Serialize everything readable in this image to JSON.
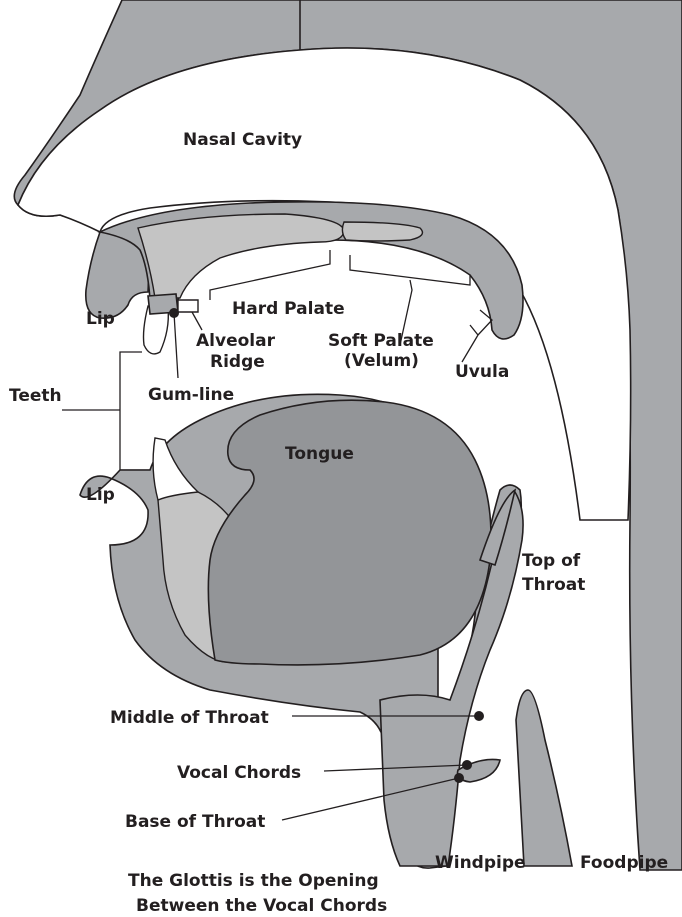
{
  "labels": {
    "nasal_cavity": "Nasal Cavity",
    "lip_upper": "Lip",
    "lip_lower": "Lip",
    "hard_palate": "Hard Palate",
    "alveolar_ridge_1": "Alveolar",
    "alveolar_ridge_2": "Ridge",
    "soft_palate_1": "Soft Palate",
    "soft_palate_2": "(Velum)",
    "uvula": "Uvula",
    "teeth": "Teeth",
    "gum_line": "Gum-line",
    "tongue": "Tongue",
    "top_of_throat_1": "Top of",
    "top_of_throat_2": "Throat",
    "middle_of_throat": "Middle of Throat",
    "vocal_chords": "Vocal Chords",
    "base_of_throat": "Base of Throat",
    "windpipe": "Windpipe",
    "foodpipe": "Foodpipe"
  },
  "caption": {
    "line1": "The Glottis is the Opening",
    "line2": "Between the Vocal Chords"
  },
  "colors": {
    "tissue": "#a7a9ac",
    "tongue": "#939598",
    "teeth_root": "#c4c4c4",
    "outline": "#231f20"
  }
}
